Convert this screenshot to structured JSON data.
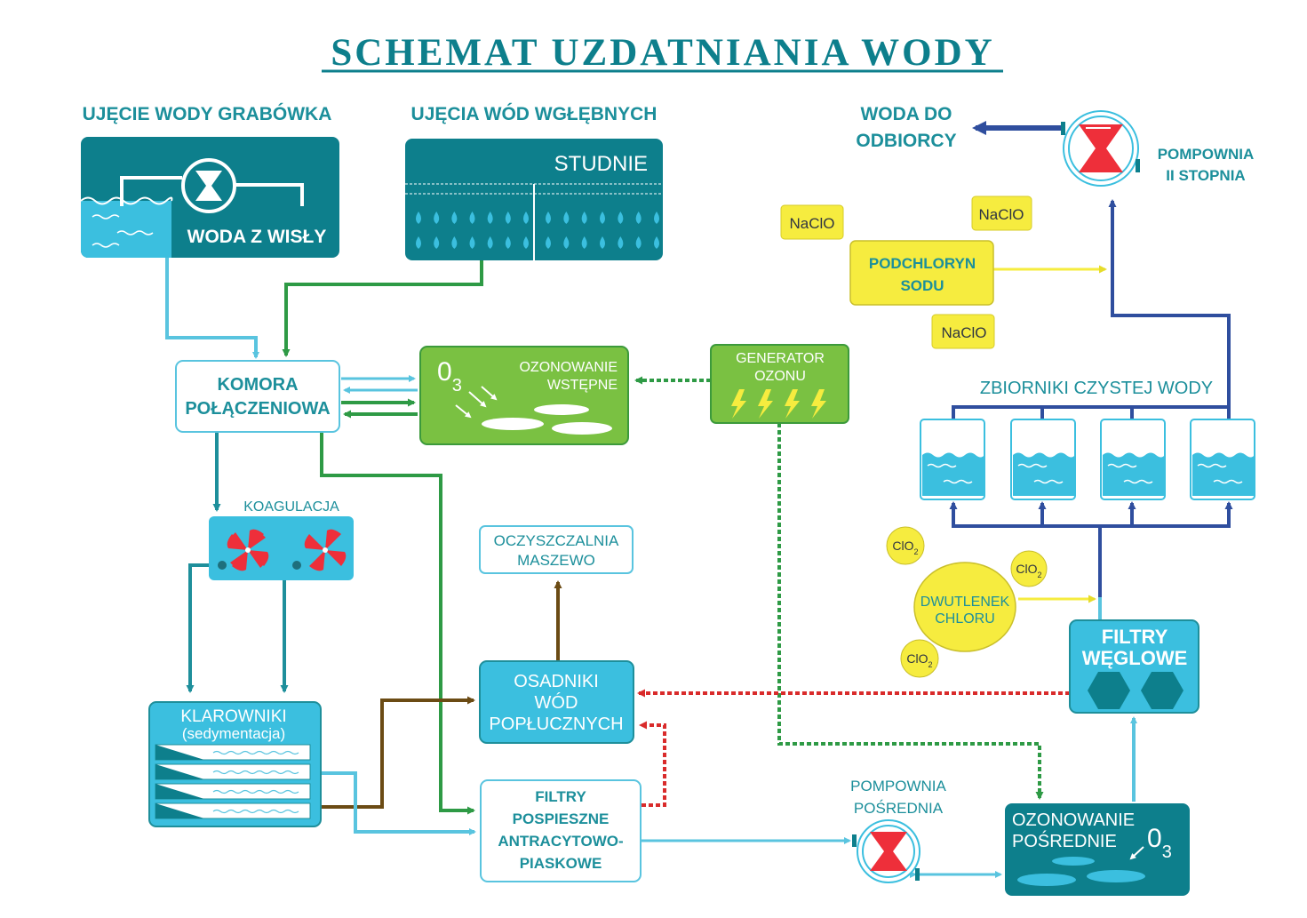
{
  "title": "SCHEMAT UZDATNIANIA WODY",
  "colors": {
    "teal_dark": "#0d7f8c",
    "teal_text": "#1c8f9b",
    "cyan": "#3bbfdf",
    "light_blue_line": "#59c4df",
    "green_box": "#7ac142",
    "green_line": "#2e9a45",
    "navy_line": "#2f4e9e",
    "yellow": "#f6ec3f",
    "brown_line": "#6b4b14",
    "red_dash": "#d92b2b",
    "red_icon": "#ee2f3a"
  },
  "labels": {
    "grabowka_heading": "UJĘCIE WODY GRABÓWKA",
    "wisla": "WODA Z WISŁY",
    "wglebne_heading": "UJĘCIA WÓD WGŁĘBNYCH",
    "studnie": "STUDNIE",
    "woda_line1": "WODA DO",
    "woda_line2": "ODBIORCY",
    "pompownia2_line1": "POMPOWNIA",
    "pompownia2_line2": "II STOPNIA",
    "nacio": "NaClO",
    "podchloryn_line1": "PODCHLORYN",
    "podchloryn_line2": "SODU",
    "komora_line1": "KOMORA",
    "komora_line2": "POŁĄCZENIOWA",
    "o3_main": "0",
    "o3_sub": "3",
    "ozon_wst_line1": "OZONOWANIE",
    "ozon_wst_line2": "WSTĘPNE",
    "generator_line1": "GENERATOR",
    "generator_line2": "OZONU",
    "zbiorniki": "ZBIORNIKI CZYSTEJ WODY",
    "koagulacja": "KOAGULACJA",
    "oczyszczalnia_line1": "OCZYSZCZALNIA",
    "oczyszczalnia_line2": "MASZEWO",
    "clo2_main": "ClO",
    "clo2_sub": "2",
    "dwutlenek_line1": "DWUTLENEK",
    "dwutlenek_line2": "CHLORU",
    "filtry_weglowe_line1": "FILTRY",
    "filtry_weglowe_line2": "WĘGLOWE",
    "klarowniki_line1": "KLAROWNIKI",
    "klarowniki_line2": "(sedymentacja)",
    "osadniki_line1": "OSADNIKI",
    "osadniki_line2": "WÓD",
    "osadniki_line3": "POPŁUCZNYCH",
    "filtry_pospieszne_line1": "FILTRY",
    "filtry_pospieszne_line2": "POSPIESZNE",
    "filtry_pospieszne_line3": "ANTRACYTOWO-",
    "filtry_pospieszne_line4": "PIASKOWE",
    "pompownia_posr_line1": "POMPOWNIA",
    "pompownia_posr_line2": "POŚREDNIA",
    "ozon_posr_line1": "OZONOWANIE",
    "ozon_posr_line2": "POŚREDNIE"
  }
}
